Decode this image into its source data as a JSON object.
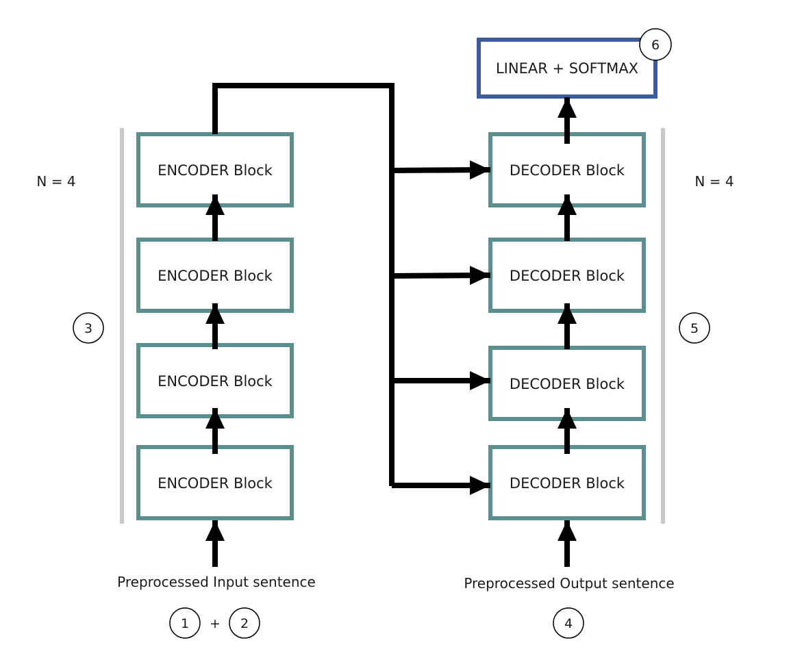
{
  "colors": {
    "block_border": "#5b8e8e",
    "output_border": "#3d5a9e",
    "arrow": "#000000",
    "bracket": "#c8c8c8"
  },
  "encoder": {
    "block_label": "ENCODER Block",
    "count_label": "N = 4",
    "marker": "3",
    "input_caption": "Preprocessed Input sentence",
    "input_markers": [
      "1",
      "2"
    ],
    "plus": "+"
  },
  "decoder": {
    "block_label": "DECODER Block",
    "count_label": "N = 4",
    "marker": "5",
    "input_caption": "Preprocessed Output sentence",
    "input_marker": "4"
  },
  "output": {
    "label": "LINEAR + SOFTMAX",
    "marker": "6"
  }
}
